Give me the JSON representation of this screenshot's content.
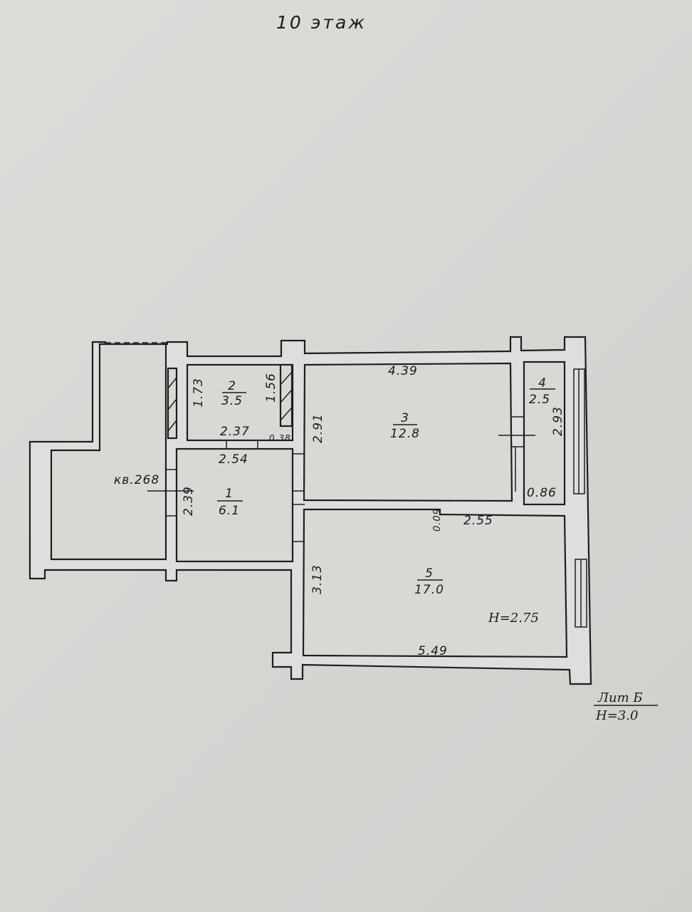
{
  "title": "10 этаж",
  "apartment_label": "кв.268",
  "rooms": [
    {
      "number": "1",
      "area": "6.1"
    },
    {
      "number": "2",
      "area": "3.5"
    },
    {
      "number": "3",
      "area": "12.8"
    },
    {
      "number": "4",
      "area": "2.5"
    },
    {
      "number": "5",
      "area": "17.0"
    }
  ],
  "dimensions": {
    "r2_height": "1.73",
    "r2_shaft": "1.56",
    "r2_width": "2.37",
    "r2_small": "0.38",
    "r1_width": "2.54",
    "r1_height": "2.39",
    "r3_width": "4.39",
    "r3_height": "2.91",
    "r4_height": "2.93",
    "r4_width": "0.86",
    "step": "0.09",
    "r5_top": "2.55",
    "r5_height": "3.13",
    "r5_width": "5.49"
  },
  "ceiling_height": "H=2.75",
  "legend": {
    "letter": "Лит Б",
    "height": "H=3.0"
  }
}
